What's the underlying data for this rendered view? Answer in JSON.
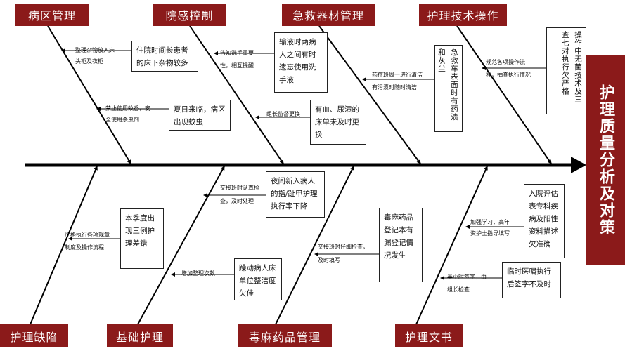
{
  "title": "护理质量分析及对策",
  "categories": {
    "c1": "病区管理",
    "c2": "院感控制",
    "c3": "急救器材管理",
    "c4": "护理技术操作",
    "c5": "护理缺陷",
    "c6": "基础护理",
    "c7": "毒麻药品管理",
    "c8": "护理文书"
  },
  "causes": {
    "p1": "住院时间长患者的床下杂物较多",
    "p2": "夏日来临，病区出现蚊虫",
    "p3": "输液时两病人之间有时遗忘使用洗手液",
    "p4": "有血、尿渍的床单未及时更换",
    "p5": "急救车表面时有药渍和灰尘",
    "p6": "操作中无菌技术及三查七对执行欠严格",
    "p7": "本季度出现三例护理差错",
    "p8": "夜间新入病人的指/趾甲护理执行率下降",
    "p9": "躁动病人床单位整洁度欠佳",
    "p10": "毒麻药品登记本有漏登记情况发生",
    "p11": "入院评估表专科疾病及阳性资料描述欠准确",
    "p12": "临时医嘱执行后签字不及时"
  },
  "measures": {
    "m1a": "整理杂物放入床",
    "m1b": "头柜及衣柜",
    "m2a": "禁止使用蚊香，安",
    "m2b": "全使用杀虫剂",
    "m3a": "告知洗手重要",
    "m3b": "性，相互提醒",
    "m4": "组长监督更换",
    "m5a": "药疗班周一进行清洁",
    "m5b": "有污渍时随时清洁",
    "m6a": "规范各项操作流",
    "m6b": "程，抽查执行情况",
    "m7a": "严格执行各项规章",
    "m7b": "制度及操作流程",
    "m8a": "交接班时认真检",
    "m8b": "查，及时处理",
    "m9": "增加整理次数",
    "m10a": "交接班时仔细检查，",
    "m10b": "及时填写",
    "m11a": "加强学习，高年",
    "m11b": "资护士指导填写",
    "m12a": "半小时签字，由",
    "m12b": "组长检查"
  },
  "colors": {
    "accent": "#8b1a1a",
    "line": "#000000"
  }
}
